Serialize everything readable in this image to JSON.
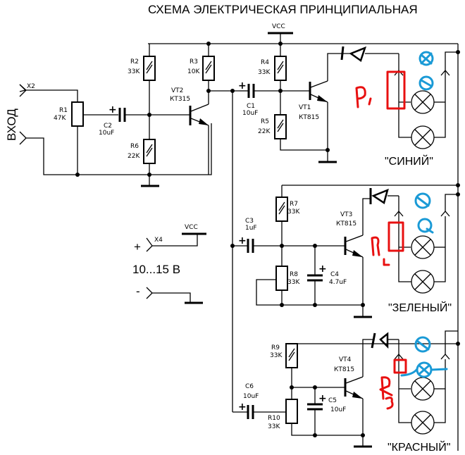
{
  "title": "СХЕМА ЭЛЕКТРИЧЕСКАЯ ПРИНЦИПИАЛЬНАЯ",
  "vcc_label": "VCC",
  "input": {
    "label": "ВХОД",
    "connector": "X2"
  },
  "power": {
    "connector": "X4",
    "plus": "+",
    "minus": "-",
    "voltage": "10...15 В",
    "vcc_label": "VCC"
  },
  "components": {
    "R1": {
      "ref": "R1",
      "value": "47K"
    },
    "R2": {
      "ref": "R2",
      "value": "33K"
    },
    "R3": {
      "ref": "R3",
      "value": "10K"
    },
    "R4": {
      "ref": "R4",
      "value": "33K"
    },
    "R5": {
      "ref": "R5",
      "value": "22K"
    },
    "R6": {
      "ref": "R6",
      "value": "22K"
    },
    "R7": {
      "ref": "R7",
      "value": "33K"
    },
    "R8": {
      "ref": "R8",
      "value": "33K"
    },
    "R9": {
      "ref": "R9",
      "value": "33K"
    },
    "R10": {
      "ref": "R10",
      "value": "33K"
    },
    "C1": {
      "ref": "C1",
      "value": "10uF"
    },
    "C2": {
      "ref": "C2",
      "value": "10uF"
    },
    "C3": {
      "ref": "C3",
      "value": "1uF"
    },
    "C4": {
      "ref": "C4",
      "value": "4.7uF"
    },
    "C5": {
      "ref": "C5",
      "value": "10uF"
    },
    "C6": {
      "ref": "C6",
      "value": "10uF"
    },
    "VT1": {
      "ref": "VT1",
      "value": "КТ815"
    },
    "VT2": {
      "ref": "VT2",
      "value": "КТ315"
    },
    "VT3": {
      "ref": "VT3",
      "value": "КТ815"
    },
    "VT4": {
      "ref": "VT4",
      "value": "КТ815"
    }
  },
  "channels": [
    {
      "name": "\"СИНИЙ\"",
      "annotation": "R1"
    },
    {
      "name": "\"ЗЕЛЕНЫЙ\"",
      "annotation": "R2"
    },
    {
      "name": "\"КРАСНЫЙ\"",
      "annotation": "R3"
    }
  ],
  "annotation_colors": {
    "red": "#e81010",
    "blue": "#1a9ad6"
  }
}
